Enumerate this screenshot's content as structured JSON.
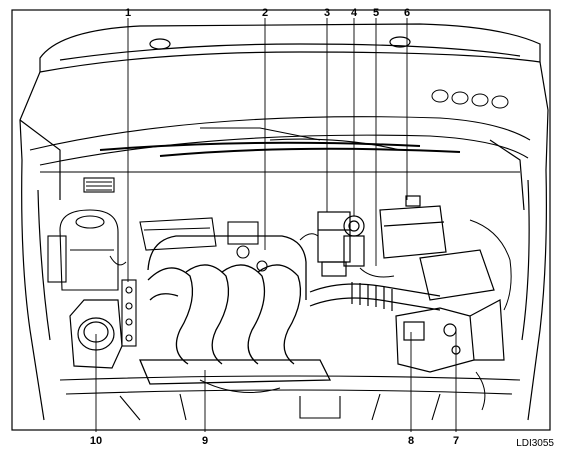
{
  "figure": {
    "figure_id": "LDI3055",
    "callouts": [
      {
        "num": "1"
      },
      {
        "num": "2"
      },
      {
        "num": "3"
      },
      {
        "num": "4"
      },
      {
        "num": "5"
      },
      {
        "num": "6"
      },
      {
        "num": "7"
      },
      {
        "num": "8"
      },
      {
        "num": "9"
      },
      {
        "num": "10"
      }
    ]
  },
  "colors": {
    "line": "#000000",
    "background": "#ffffff"
  }
}
